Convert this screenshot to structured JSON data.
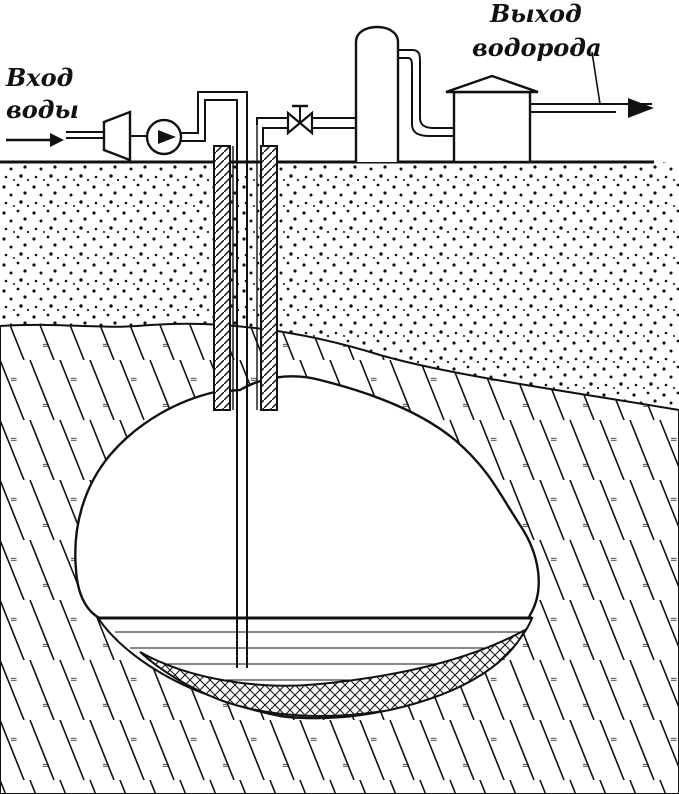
{
  "labels": {
    "water_inlet": [
      "Вход",
      "воды"
    ],
    "hydrogen_outlet": [
      "Выход",
      "водорода"
    ]
  },
  "colors": {
    "ink": "#111111",
    "paper": "#ffffff"
  }
}
